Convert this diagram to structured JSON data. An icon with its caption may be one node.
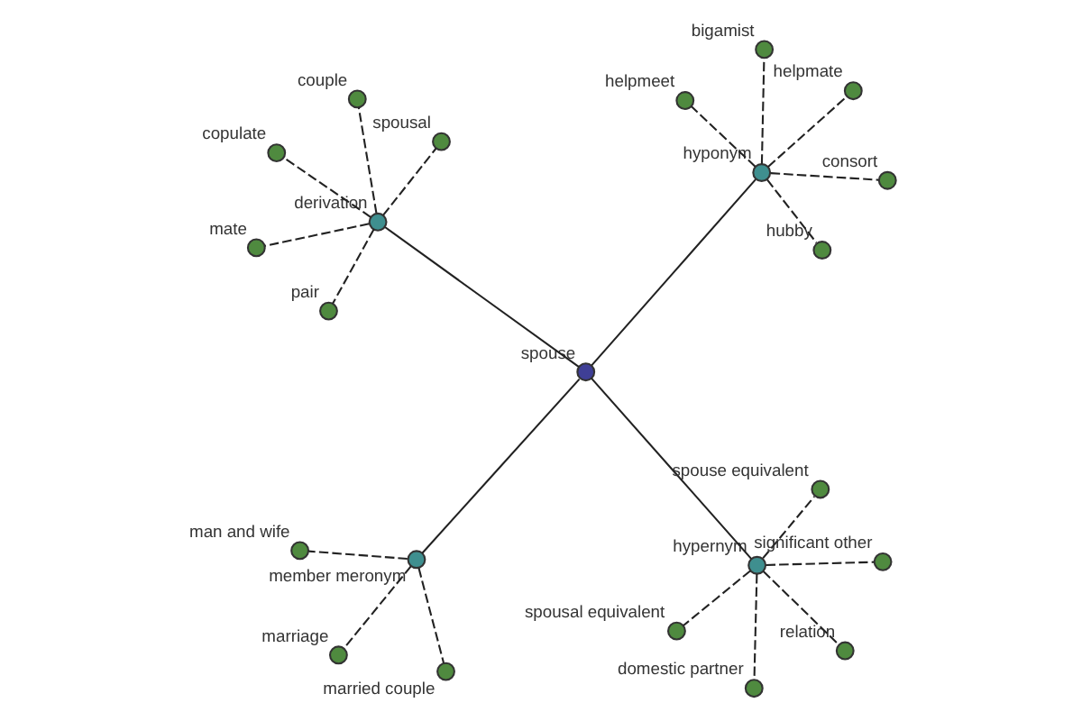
{
  "diagram": {
    "nodes": [
      {
        "text": [
          "spouse"
        ]
      },
      {
        "text": [
          "hypernym"
        ]
      },
      {
        "text": [
          "member meronym"
        ]
      },
      {
        "text": [
          "hyponym"
        ]
      },
      {
        "text": [
          "derivation"
        ]
      },
      {
        "text": [
          "spouse equivalent"
        ]
      },
      {
        "text": [
          "spousal equivalent"
        ]
      },
      {
        "text": [
          "significant other"
        ]
      },
      {
        "text": [
          "domestic partner"
        ]
      },
      {
        "text": [
          "relation"
        ]
      },
      {
        "text": [
          "marriage"
        ]
      },
      {
        "text": [
          "man and wife"
        ]
      },
      {
        "text": [
          "married couple"
        ]
      },
      {
        "text": [
          "helpmate"
        ]
      },
      {
        "text": [
          "bigamist"
        ]
      },
      {
        "text": [
          "hubby"
        ]
      },
      {
        "text": [
          "consort"
        ]
      },
      {
        "text": [
          "helpmeet"
        ]
      },
      {
        "text": [
          "copulate"
        ]
      },
      {
        "text": [
          "couple"
        ]
      },
      {
        "text": [
          "mate"
        ]
      },
      {
        "text": [
          "pair"
        ]
      },
      {
        "text": [
          "spousal"
        ]
      }
    ],
    "edges": [
      {
        "from": 0,
        "to": 1,
        "arrow": "none"
      },
      {
        "from": 0,
        "to": 2,
        "arrow": "none"
      },
      {
        "from": 0,
        "to": 3,
        "arrow": "none"
      },
      {
        "from": 0,
        "to": 4,
        "arrow": "none"
      },
      {
        "from": 1,
        "to": 5,
        "arrow": "none",
        "style": "dashed"
      },
      {
        "from": 1,
        "to": 6,
        "arrow": "none",
        "style": "dashed"
      },
      {
        "from": 1,
        "to": 7,
        "arrow": "none",
        "style": "dashed"
      },
      {
        "from": 1,
        "to": 8,
        "arrow": "none",
        "style": "dashed"
      },
      {
        "from": 1,
        "to": 9,
        "arrow": "none",
        "style": "dashed"
      },
      {
        "from": 2,
        "to": 10,
        "arrow": "none",
        "style": "dashed"
      },
      {
        "from": 2,
        "to": 11,
        "arrow": "none",
        "style": "dashed"
      },
      {
        "from": 2,
        "to": 12,
        "arrow": "none",
        "style": "dashed"
      },
      {
        "from": 3,
        "to": 13,
        "arrow": "none",
        "style": "dashed"
      },
      {
        "from": 3,
        "to": 14,
        "arrow": "none",
        "style": "dashed"
      },
      {
        "from": 3,
        "to": 15,
        "arrow": "none",
        "style": "dashed"
      },
      {
        "from": 3,
        "to": 16,
        "arrow": "none",
        "style": "dashed"
      },
      {
        "from": 3,
        "to": 17,
        "arrow": "none",
        "style": "dashed"
      },
      {
        "from": 4,
        "to": 18,
        "arrow": "none",
        "style": "dashed"
      },
      {
        "from": 4,
        "to": 19,
        "arrow": "none",
        "style": "dashed"
      },
      {
        "from": 4,
        "to": 20,
        "arrow": "none",
        "style": "dashed"
      },
      {
        "from": 4,
        "to": 21,
        "arrow": "none",
        "style": "dashed"
      },
      {
        "from": 4,
        "to": 22,
        "arrow": "none",
        "style": "dashed"
      }
    ]
  }
}
